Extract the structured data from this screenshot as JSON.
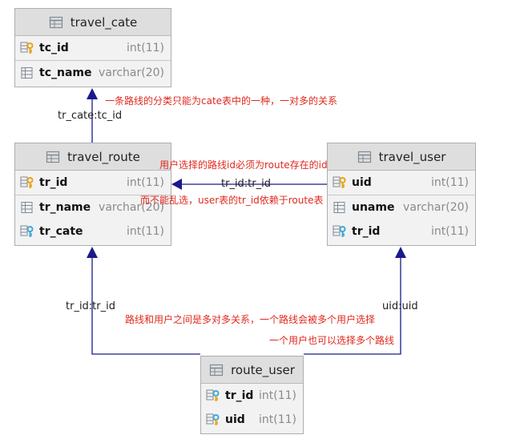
{
  "tables": {
    "travel_cate": {
      "name": "travel_cate",
      "columns": [
        {
          "name": "tc_id",
          "type": "int(11)",
          "icon": "primary-key-icon"
        },
        {
          "name": "tc_name",
          "type": "varchar(20)",
          "icon": "column-icon"
        }
      ]
    },
    "travel_route": {
      "name": "travel_route",
      "columns": [
        {
          "name": "tr_id",
          "type": "int(11)",
          "icon": "primary-key-icon"
        },
        {
          "name": "tr_name",
          "type": "varchar(20)",
          "icon": "column-icon"
        },
        {
          "name": "tr_cate",
          "type": "int(11)",
          "icon": "foreign-key-icon"
        }
      ]
    },
    "travel_user": {
      "name": "travel_user",
      "columns": [
        {
          "name": "uid",
          "type": "int(11)",
          "icon": "primary-key-icon"
        },
        {
          "name": "uname",
          "type": "varchar(20)",
          "icon": "column-icon"
        },
        {
          "name": "tr_id",
          "type": "int(11)",
          "icon": "foreign-key-icon"
        }
      ]
    },
    "route_user": {
      "name": "route_user",
      "columns": [
        {
          "name": "tr_id",
          "type": "int(11)",
          "icon": "primary-foreign-key-icon"
        },
        {
          "name": "uid",
          "type": "int(11)",
          "icon": "primary-foreign-key-icon"
        }
      ]
    }
  },
  "relations": {
    "route_cate": "tr_cate:tc_id",
    "user_route": "tr_id:tr_id",
    "ru_route": "tr_id:tr_id",
    "ru_user": "uid:uid"
  },
  "annotations": {
    "cate_note": "一条路线的分类只能为cate表中的一种，一对多的关系",
    "user_route_note_1": "用户选择的路线id必须为route存在的id",
    "user_route_note_2": "而不能乱选，user表的tr_id依赖于route表",
    "many_to_many_note_1": "路线和用户之间是多对多关系，一个路线会被多个用户选择",
    "many_to_many_note_2": "一个用户也可以选择多个路线"
  },
  "colors": {
    "line": "#1a1a8c",
    "annotation": "#e0291e",
    "pk_key": "#e8a317",
    "fk_key": "#3fa9d6"
  }
}
